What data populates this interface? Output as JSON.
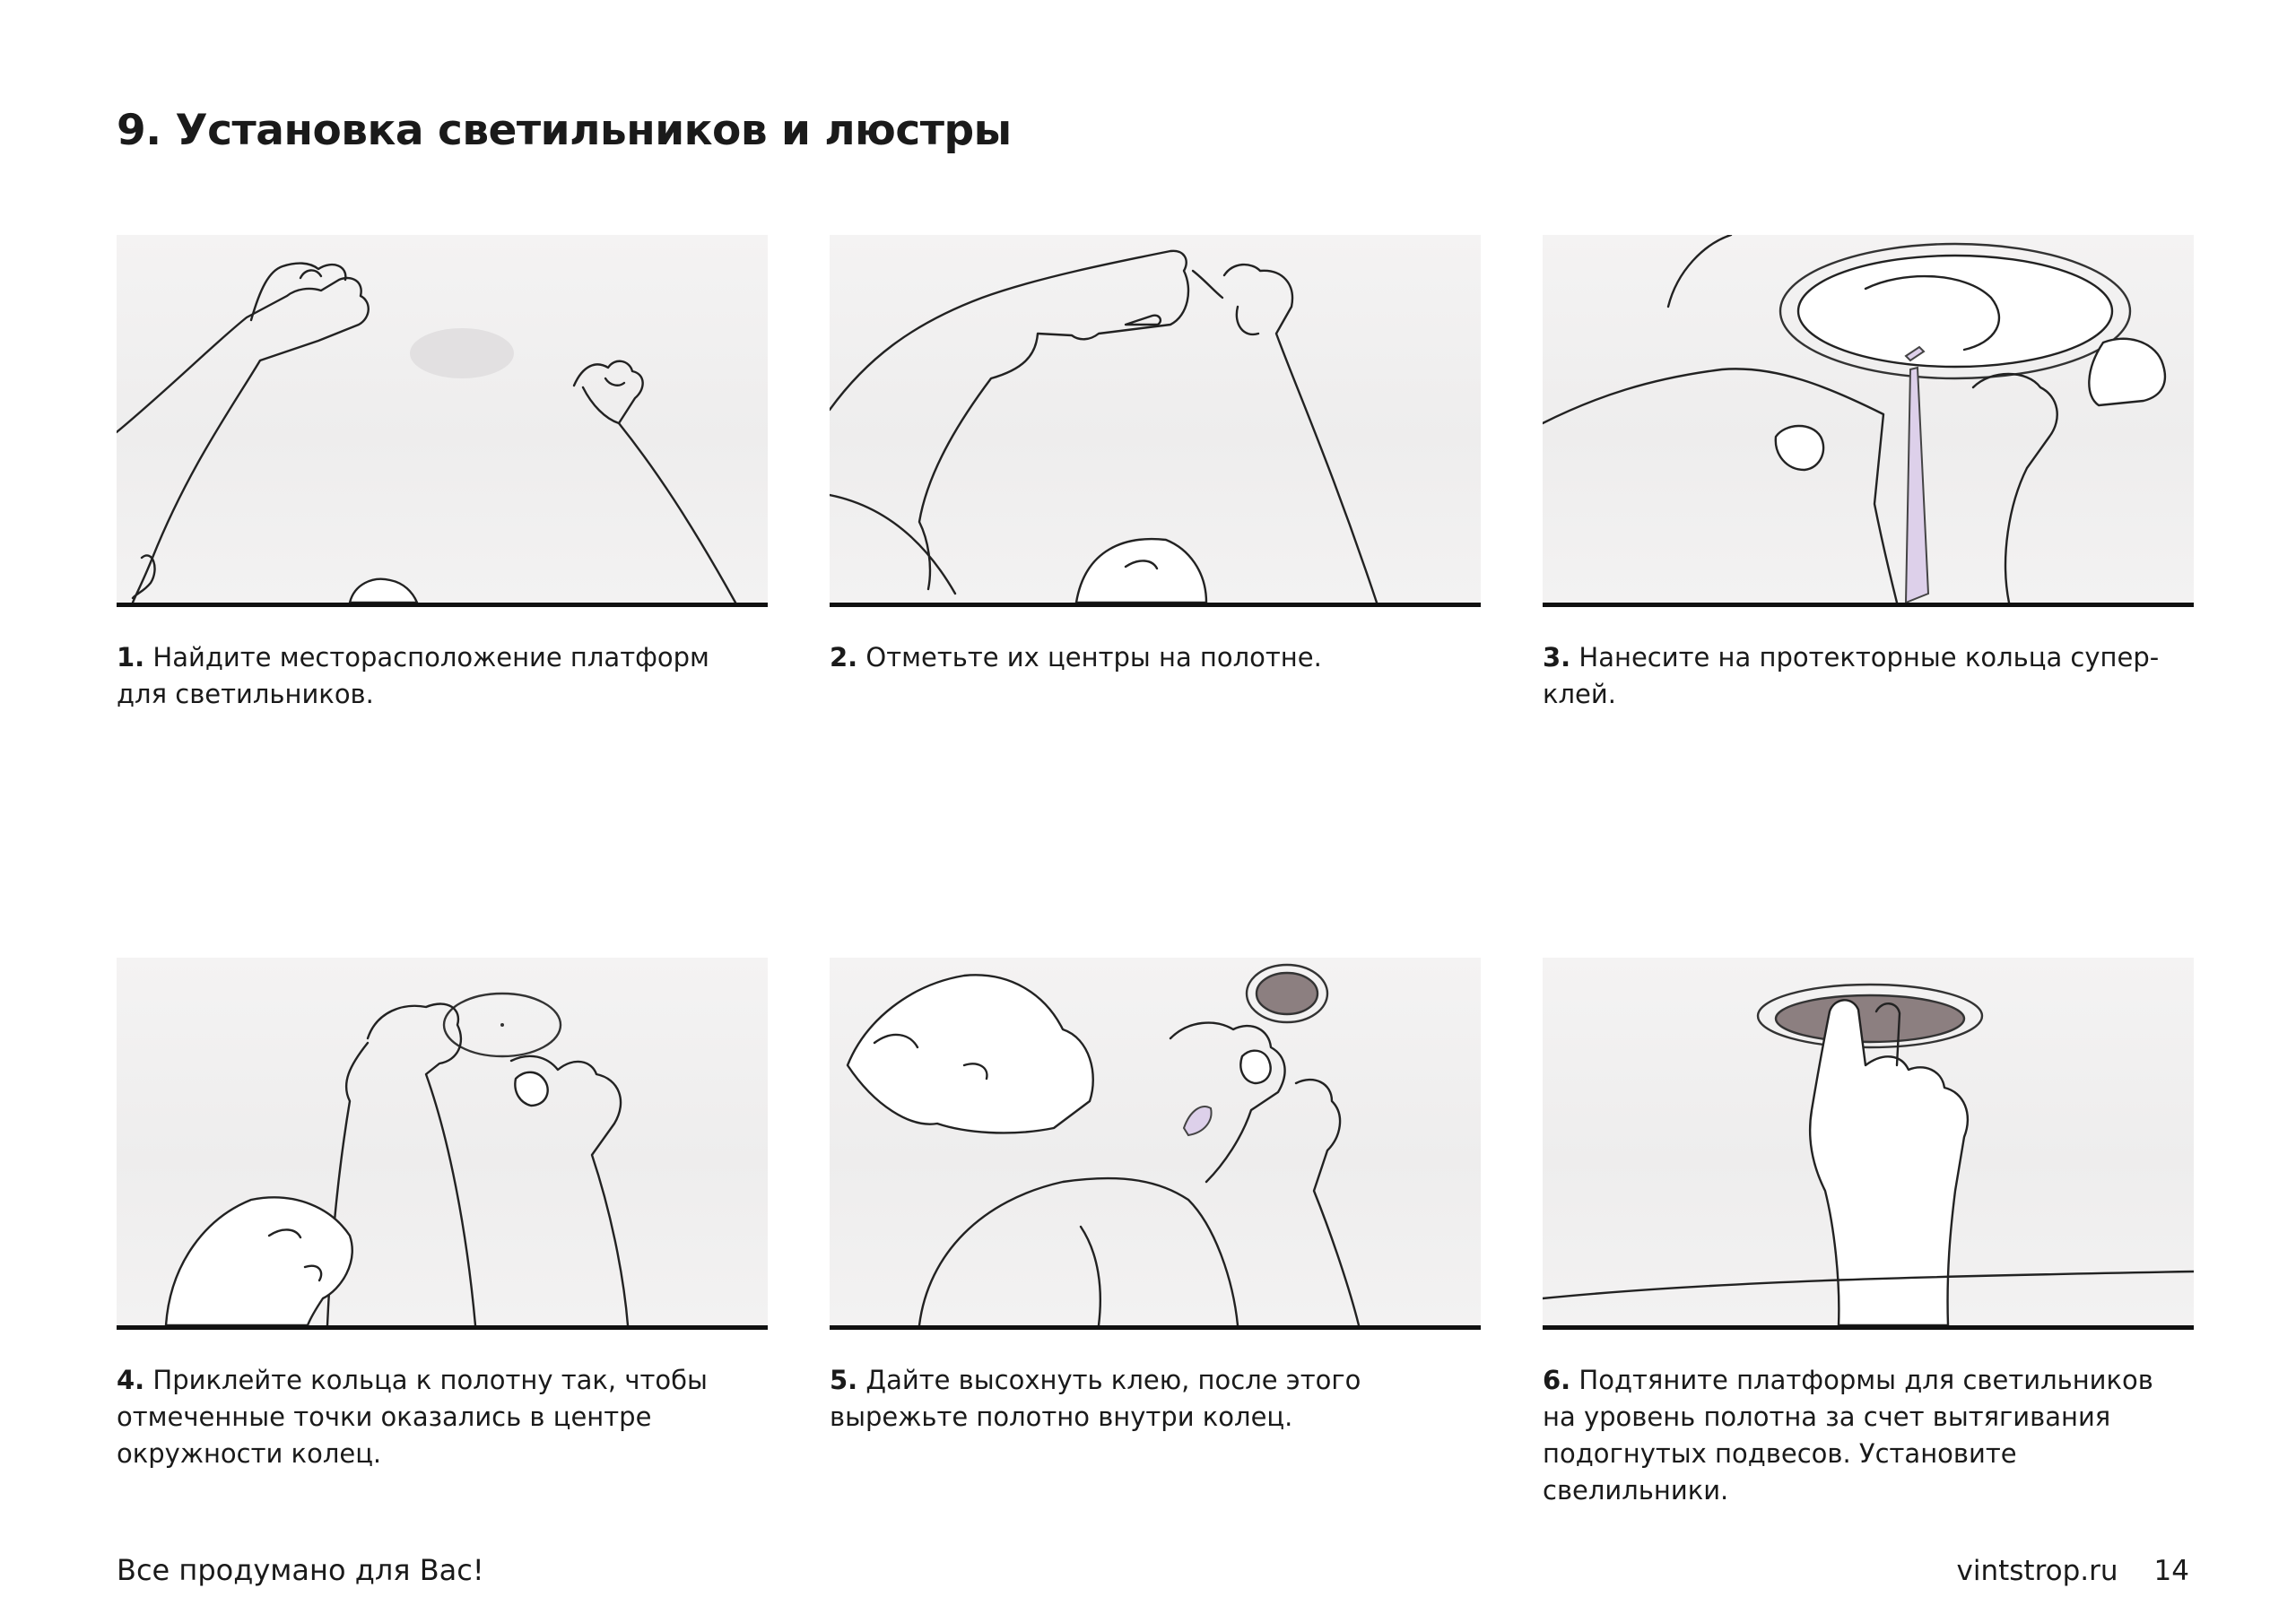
{
  "page": {
    "title": "9. Установка светильников и люстры",
    "footer_left": "Все продумано для Вас!",
    "footer_site": "vintstrop.ru",
    "page_number": "14"
  },
  "steps": [
    {
      "num": "1.",
      "text": " Найдите месторасположение платформ для светильников.",
      "illustration": "hands-pointing-ceiling-icon"
    },
    {
      "num": "2.",
      "text": " Отметьте их центры на полотне.",
      "illustration": "marking-center-icon"
    },
    {
      "num": "3.",
      "text": " Нанесите на протекторные кольца супер-клей.",
      "illustration": "applying-glue-ring-icon"
    },
    {
      "num": "4.",
      "text": "  Приклейте кольца к полотну так, чтобы отмеченные точки оказались в центре окружности колец.",
      "illustration": "sticking-ring-icon"
    },
    {
      "num": "5.",
      "text": " Дайте высохнуть клею, после этого вырежьте полотно внутри колец.",
      "illustration": "cutting-canvas-icon"
    },
    {
      "num": "6.",
      "text": " Подтяните платформы для светильников на уровень полотна за счет вытягивания подогнутых подвесов. Установите свелильники.",
      "illustration": "pulling-platform-icon"
    }
  ],
  "colors": {
    "text": "#1a1a1a",
    "rule": "#111111",
    "illustration_bg": "#f0efef",
    "glue_accent": "#ddd0ea"
  }
}
